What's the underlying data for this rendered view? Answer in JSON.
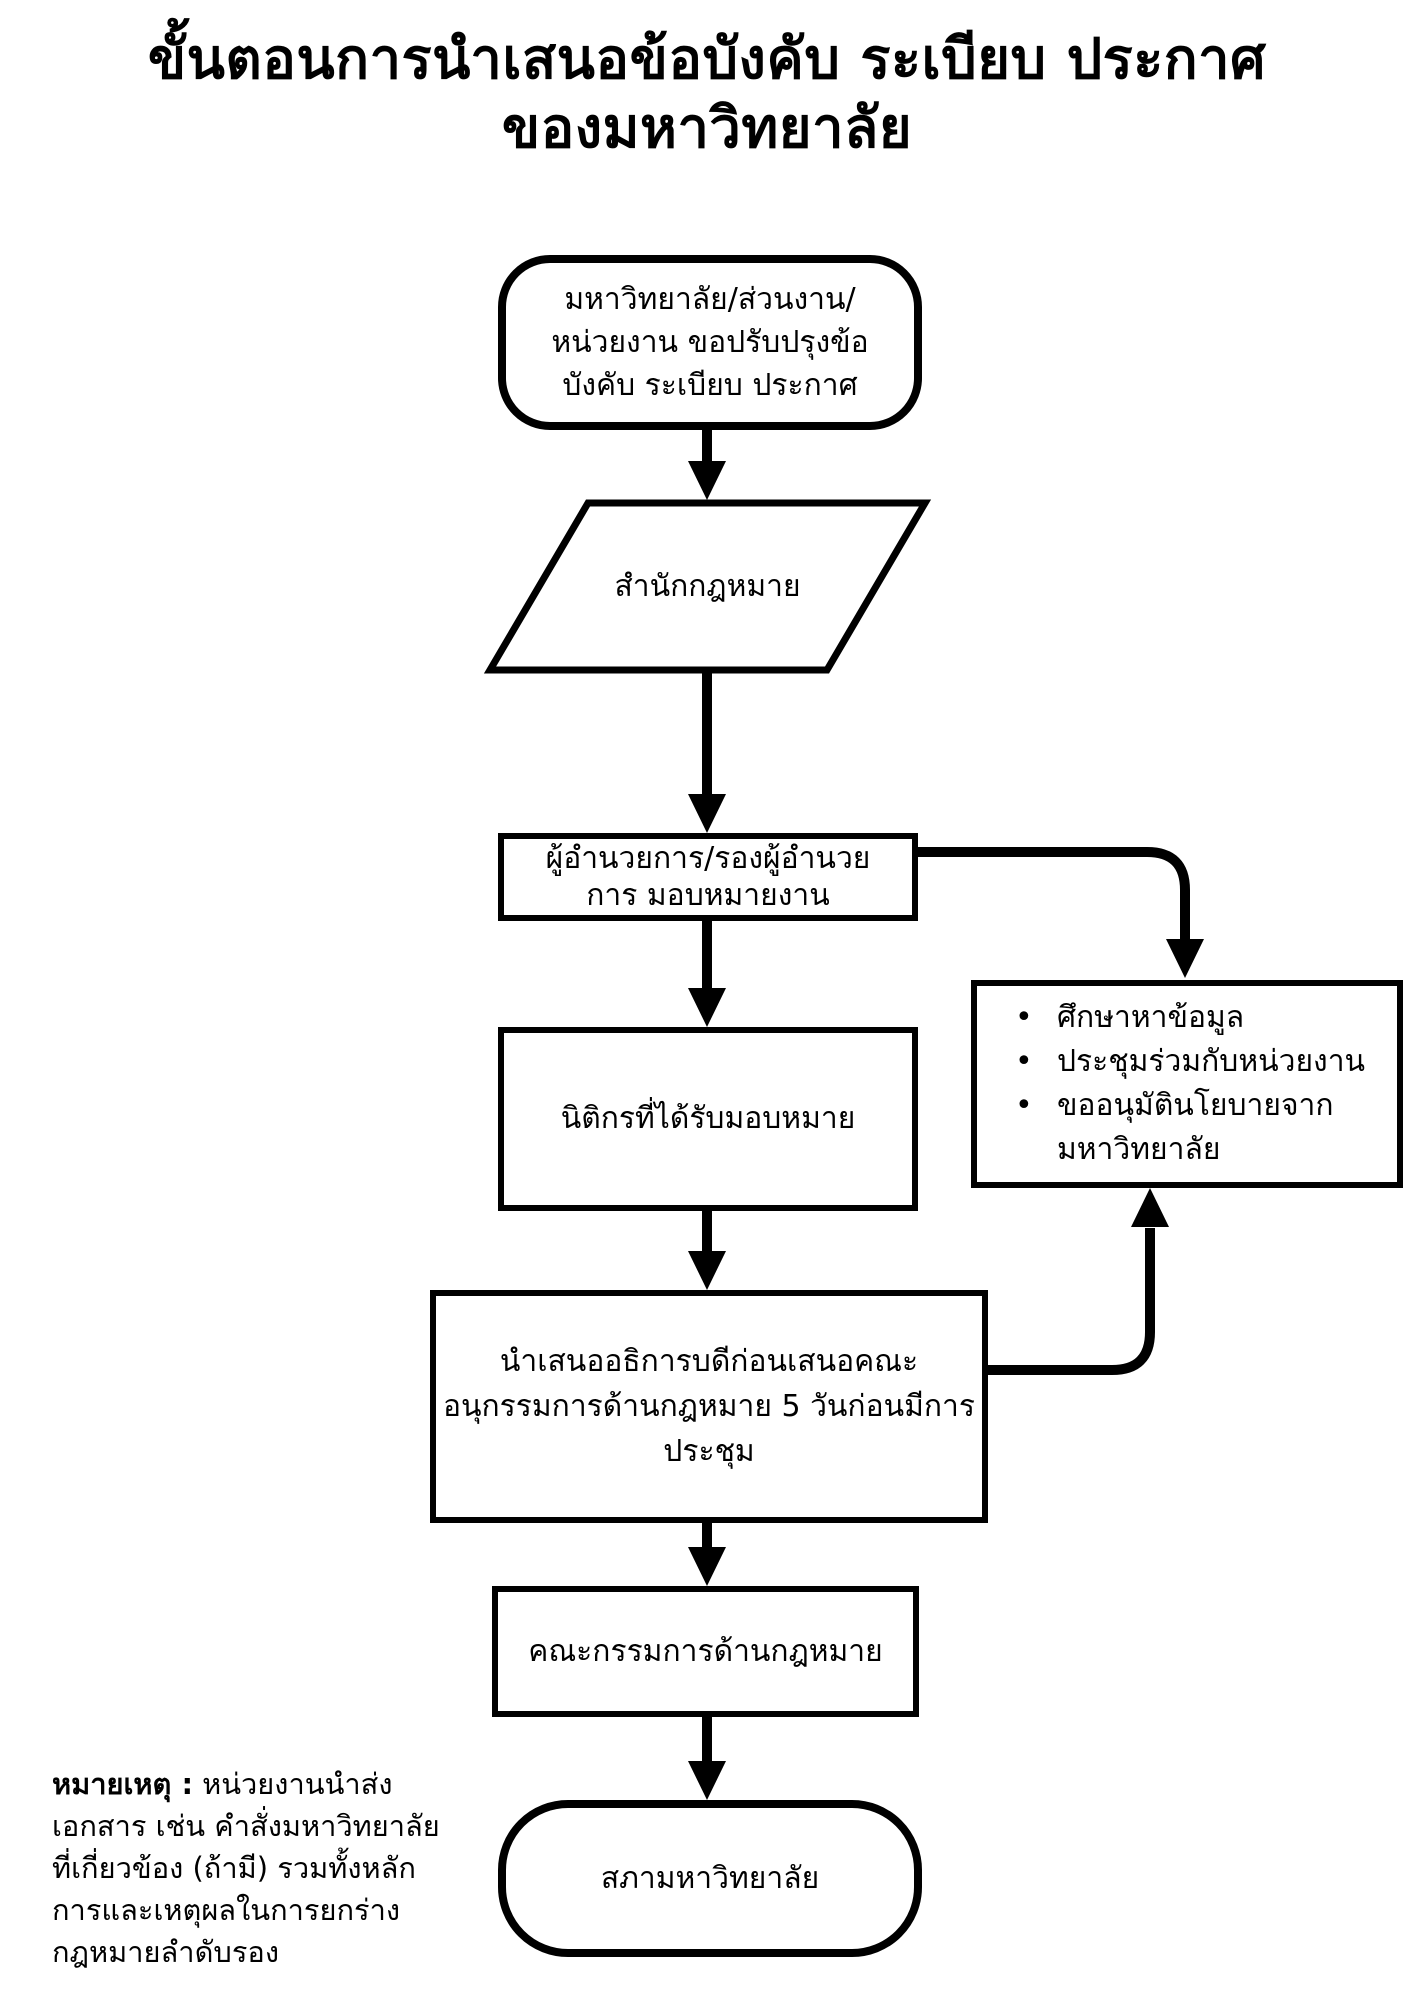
{
  "colors": {
    "ink": "#000000",
    "background": "#ffffff"
  },
  "title": {
    "line1": "ขั้นตอนการนำเสนอข้อบังคับ ระเบียบ ประกาศ",
    "line2": "ของมหาวิทยาลัย"
  },
  "flow": {
    "start": {
      "shape": "terminator",
      "lines": [
        "มหาวิทยาลัย/ส่วนงาน/",
        "หน่วยงาน ขอปรับปรุงข้อ",
        "บังคับ ระเบียบ ประกาศ"
      ]
    },
    "law_office": {
      "shape": "parallelogram",
      "lines": [
        "สำนักกฎหมาย"
      ]
    },
    "director": {
      "shape": "process",
      "lines": [
        "ผู้อำนวยการ/รองผู้อำนวย",
        "การ มอบหมายงาน"
      ]
    },
    "legal_officer": {
      "shape": "process",
      "lines": [
        "นิติกรที่ได้รับมอบหมาย"
      ]
    },
    "side_tasks": {
      "shape": "process",
      "bullet_char": "•",
      "items": [
        {
          "lines": [
            "ศึกษาหาข้อมูล"
          ]
        },
        {
          "lines": [
            "ประชุมร่วมกับหน่วยงาน"
          ]
        },
        {
          "lines": [
            "ขออนุมัตินโยบายจาก",
            "มหาวิทยาลัย"
          ]
        }
      ]
    },
    "present_rector": {
      "shape": "process",
      "lines": [
        "นำเสนออธิการบดีก่อนเสนอคณะ",
        "อนุกรรมการด้านกฎหมาย 5 วันก่อนมีการ",
        "ประชุม"
      ]
    },
    "law_committee": {
      "shape": "process",
      "lines": [
        "คณะกรรมการด้านกฎหมาย"
      ]
    },
    "university_council": {
      "shape": "terminator",
      "lines": [
        "สภามหาวิทยาลัย"
      ]
    }
  },
  "note": {
    "label": "หมายเหตุ :",
    "lines": [
      "หน่วยงานนำส่ง",
      "เอกสาร เช่น คำสั่งมหาวิทยาลัย",
      "ที่เกี่ยวข้อง (ถ้ามี) รวมทั้งหลัก",
      "การและเหตุผลในการยกร่าง",
      "กฎหมายลำดับรอง"
    ]
  }
}
